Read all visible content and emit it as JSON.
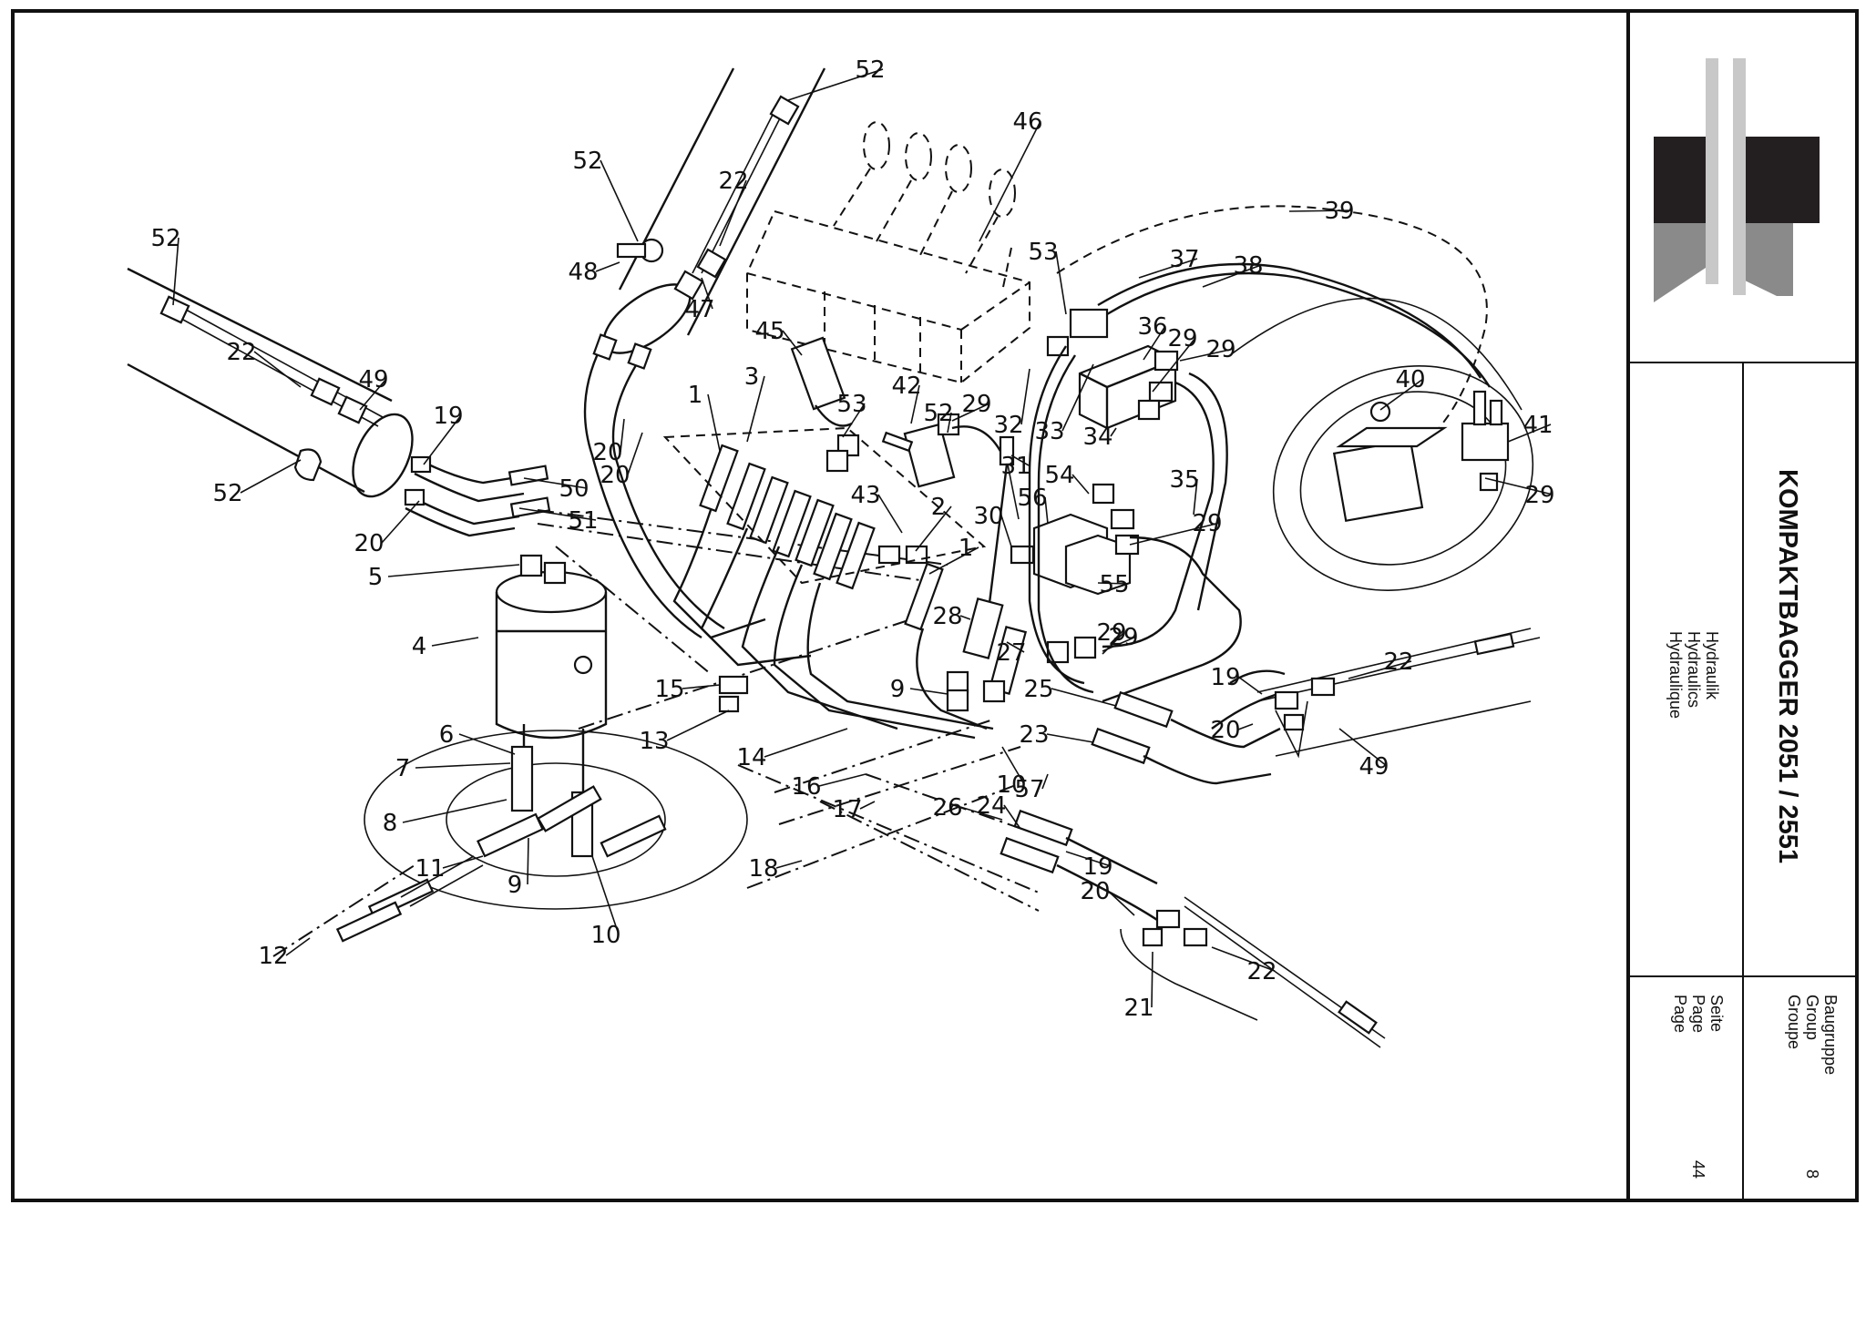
{
  "title_block": {
    "title": "KOMPAKTBAGGER 2051 / 2551",
    "subtitle_de": "Hydraulik",
    "subtitle_en": "Hydraulics",
    "subtitle_fr": "Hydraulique",
    "group_label_de": "Baugruppe",
    "group_label_en": "Group",
    "group_label_fr": "Groupe",
    "group_value": "8",
    "page_label_de": "Seite",
    "page_label_en": "Page",
    "page_label_fr": "Page",
    "page_value": "44"
  },
  "callouts": [
    "52",
    "52",
    "52",
    "52",
    "46",
    "22",
    "39",
    "48",
    "47",
    "53",
    "37",
    "38",
    "36",
    "29",
    "45",
    "22",
    "49",
    "19",
    "53",
    "42",
    "29",
    "1",
    "3",
    "40",
    "41",
    "32",
    "33",
    "34",
    "29",
    "31",
    "52",
    "20",
    "20",
    "50",
    "43",
    "51",
    "54",
    "35",
    "56",
    "30",
    "29",
    "20",
    "2",
    "29",
    "5",
    "4",
    "1",
    "55",
    "28",
    "29",
    "27",
    "6",
    "15",
    "9",
    "13",
    "25",
    "23",
    "22",
    "19",
    "20",
    "49",
    "7",
    "14",
    "16",
    "10",
    "57",
    "8",
    "17",
    "24",
    "11",
    "9",
    "26",
    "18",
    "19",
    "10",
    "20",
    "12",
    "22",
    "21",
    "29"
  ],
  "colors": {
    "line": "#111111",
    "logo_dark": "#231f20",
    "logo_mid": "#8a8a8a",
    "logo_light": "#c8c8c8"
  }
}
